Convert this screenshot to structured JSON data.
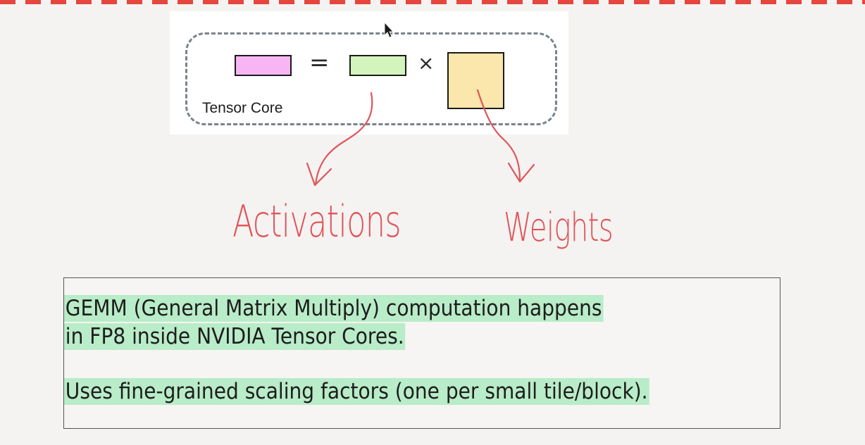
{
  "tensor_core": {
    "label": "Tensor Core",
    "equals_symbol": "=",
    "times_symbol": "×",
    "colors": {
      "output_matrix": "#f7b5f4",
      "activation_matrix": "#d3f5bd",
      "weight_matrix": "#fbe6ab",
      "dashed_border": "#78838c"
    }
  },
  "annotations": {
    "activations": "Activations",
    "weights": "Weights",
    "color": "#e0555a"
  },
  "notes": {
    "line1": "GEMM (General Matrix Multiply) computation happens",
    "line2": "in FP8 inside NVIDIA Tensor Cores.",
    "line3": "Uses fine-grained scaling factors (one per small tile/block).",
    "highlight_color": "#b9ecc8"
  },
  "icons": {
    "cursor": "mouse-pointer-icon"
  }
}
